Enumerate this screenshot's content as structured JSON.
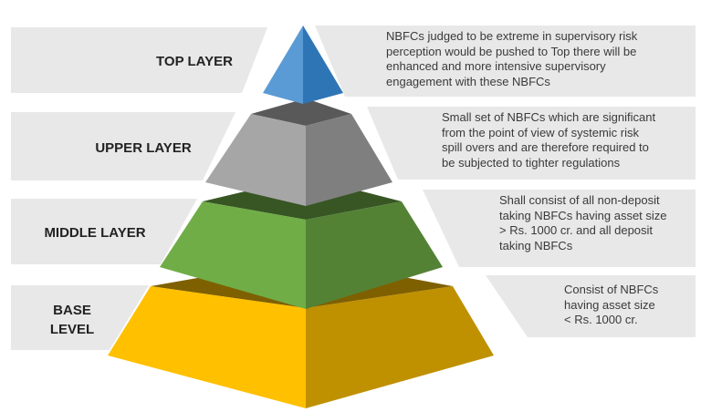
{
  "layers": [
    {
      "label": "TOP LAYER",
      "description": "NBFCs judged to be extreme in supervisory risk\nperception would be pushed to Top there will be\nenhanced and more intensive supervisory\nengagement with these NBFCs"
    },
    {
      "label": "UPPER LAYER",
      "description": "Small set of NBFCs which are significant\nfrom the point of view of systemic risk\nspill overs and are therefore required to\nbe subjected to tighter regulations"
    },
    {
      "label": "MIDDLE LAYER",
      "description": "Shall consist of all non-deposit\ntaking NBFCs having asset size\n> Rs. 1000 cr. and all deposit\ntaking NBFCs"
    },
    {
      "label": "BASE\nLEVEL",
      "description": "Consist of NBFCs\nhaving asset size\n< Rs. 1000 cr."
    }
  ],
  "colors": {
    "panel_grey": "#e8e8e8",
    "top": {
      "left": "#5b9bd5",
      "right": "#2e75b6",
      "top": "#1f4e79"
    },
    "upper": {
      "left": "#a6a6a6",
      "right": "#7f7f7f",
      "top": "#595959"
    },
    "middle": {
      "left": "#70ad47",
      "right": "#548235",
      "top": "#375623"
    },
    "base": {
      "left": "#ffc000",
      "right": "#bf9000",
      "top": "#7f6000"
    }
  }
}
